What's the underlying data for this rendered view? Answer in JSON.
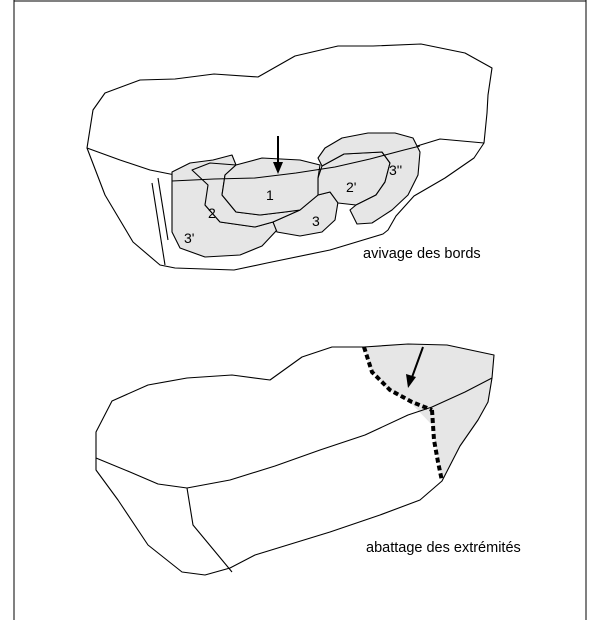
{
  "figure": {
    "top_panel": {
      "caption": "avivage des bords",
      "flake_labels": [
        "1",
        "2",
        "2'",
        "3",
        "3'",
        "3''"
      ]
    },
    "bottom_panel": {
      "caption": "abattage des extrémités"
    },
    "colors": {
      "outline": "#000000",
      "removal_fill": "#e6e6e6",
      "background": "#ffffff"
    }
  }
}
